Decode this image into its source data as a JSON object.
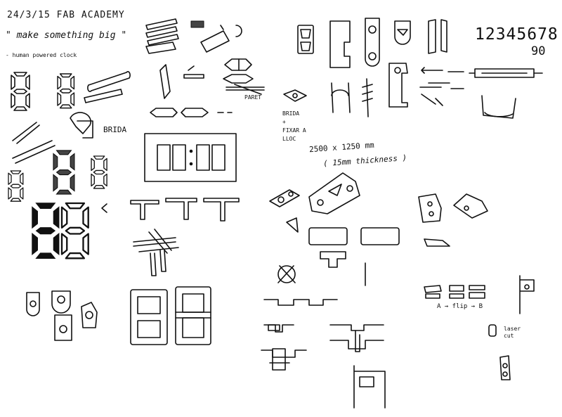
{
  "notes": {
    "date_header": "24/3/15  FAB ACADEMY",
    "quote": "\" make something big \"",
    "subtitle": "- human powered clock",
    "brida_label": "BRIDA",
    "paret_label": "PARET",
    "formula_line1": "BRIDA",
    "formula_line2": "+",
    "formula_line3": "FIXAR A",
    "formula_line4": "LLOC",
    "board_dimensions": "2500 x 1250 mm",
    "thickness": "( 15mm thickness )",
    "digit_row": "12345678",
    "digit_row_tail": "90",
    "flip_label": "A → flip → B",
    "laser_line1": "laser",
    "laser_line2": "cut"
  },
  "sketches": [
    "seven-segment-digits",
    "segment-pieces",
    "brackets",
    "joints",
    "cut-profiles"
  ]
}
